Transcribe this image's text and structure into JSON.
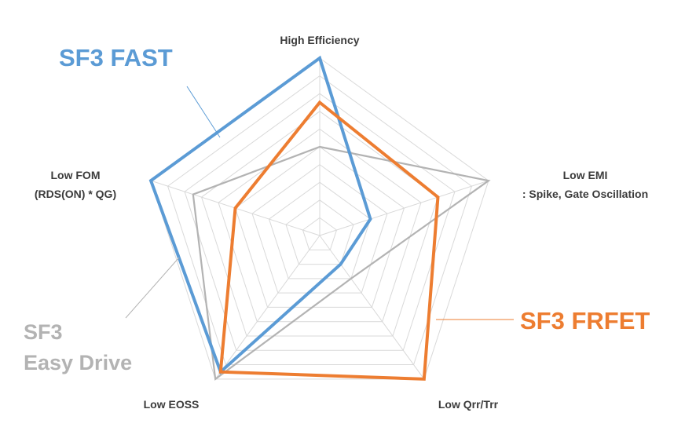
{
  "chart_data": {
    "type": "radar",
    "axes": [
      {
        "label": "High Efficiency"
      },
      {
        "label": "Low EMI",
        "label2": ": Spike, Gate Oscillation"
      },
      {
        "label": "Low Qrr/Trr"
      },
      {
        "label": "Low EOSS"
      },
      {
        "label": "Low FOM",
        "label2": "(RDS(ON) * QG)"
      }
    ],
    "rlim": [
      0,
      10
    ],
    "grid_rings": 10,
    "series": [
      {
        "name": "SF3 Easy Drive",
        "name_lines": [
          "SF3",
          "Easy Drive"
        ],
        "color": "#b3b3b3",
        "values": [
          5,
          10,
          3,
          10,
          7.5
        ]
      },
      {
        "name": "SF3 FAST",
        "name_lines": [
          "SF3 FAST"
        ],
        "color": "#5b9bd5",
        "values": [
          10,
          3,
          2,
          9.5,
          10
        ]
      },
      {
        "name": "SF3 FRFET",
        "name_lines": [
          "SF3 FRFET"
        ],
        "color": "#ed7d31",
        "values": [
          7.5,
          7,
          10,
          9.5,
          5
        ]
      }
    ]
  }
}
